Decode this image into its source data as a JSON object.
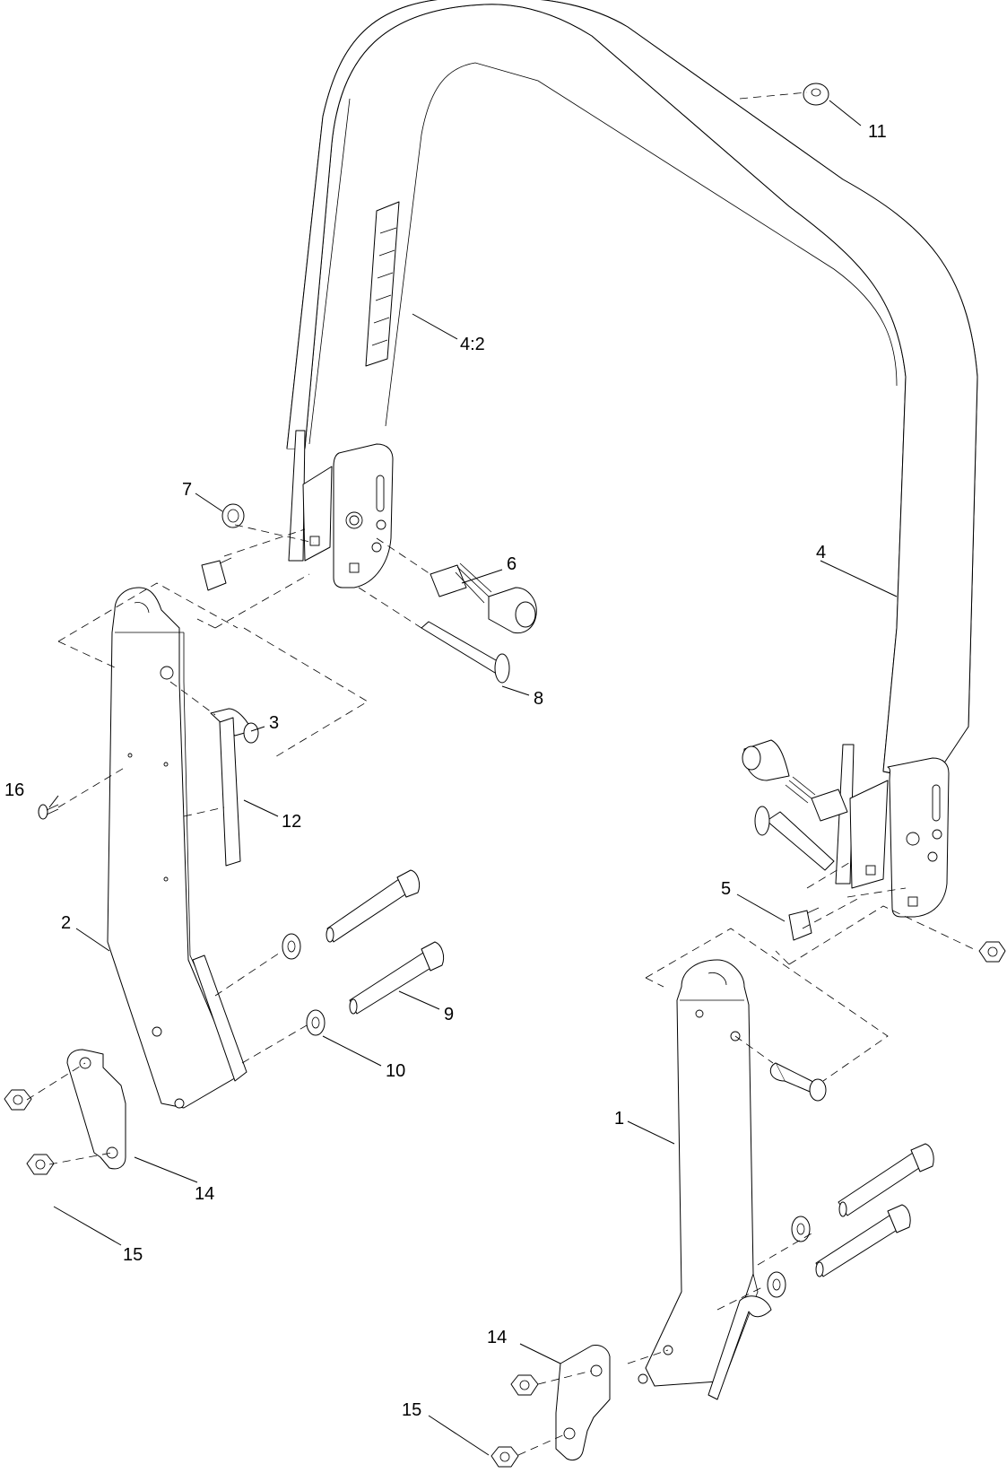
{
  "callouts": {
    "c1": "1",
    "c2": "2",
    "c3": "3",
    "c4": "4",
    "c4_2": "4:2",
    "c5": "5",
    "c6": "6",
    "c7": "7",
    "c8": "8",
    "c9": "9",
    "c10": "10",
    "c11": "11",
    "c12": "12",
    "c14a": "14",
    "c14b": "14",
    "c15a": "15",
    "c15b": "15",
    "c16": "16"
  },
  "colors": {
    "line": "#000000",
    "background": "#ffffff"
  }
}
